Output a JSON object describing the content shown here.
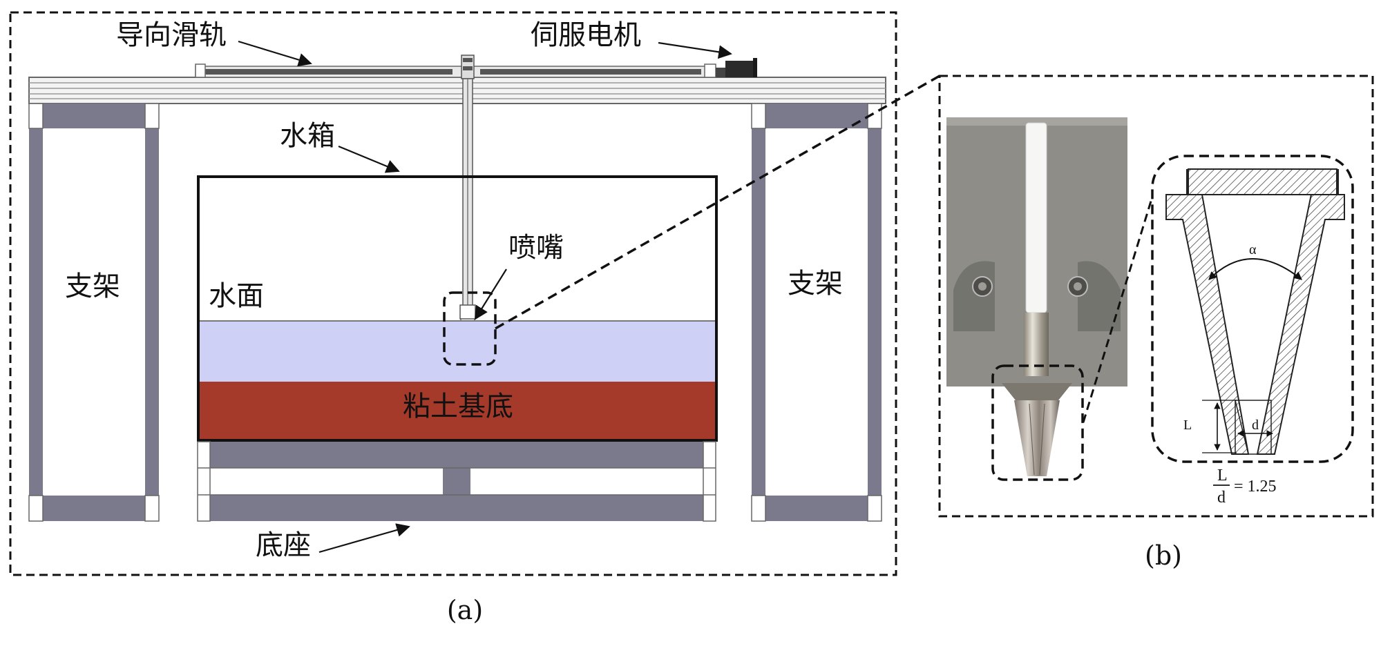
{
  "panel_a": {
    "caption": "(a)",
    "labels": {
      "guide_rail": "导向滑轨",
      "servo_motor": "伺服电机",
      "water_tank": "水箱",
      "nozzle": "喷嘴",
      "water_surface": "水面",
      "support_left": "支架",
      "support_right": "支架",
      "clay_base": "粘土基底",
      "base": "底座"
    }
  },
  "panel_b": {
    "caption": "(b)",
    "angle_label": "α",
    "length_label": "L",
    "diameter_label": "d",
    "ratio_numerator": "L",
    "ratio_denominator": "d",
    "ratio_value": "= 1.25"
  },
  "colors": {
    "frame_gray": "#7a7a8c",
    "water": "#cfd0f5",
    "clay": "#a53a2b",
    "metal_plate": "#8e8d87"
  }
}
